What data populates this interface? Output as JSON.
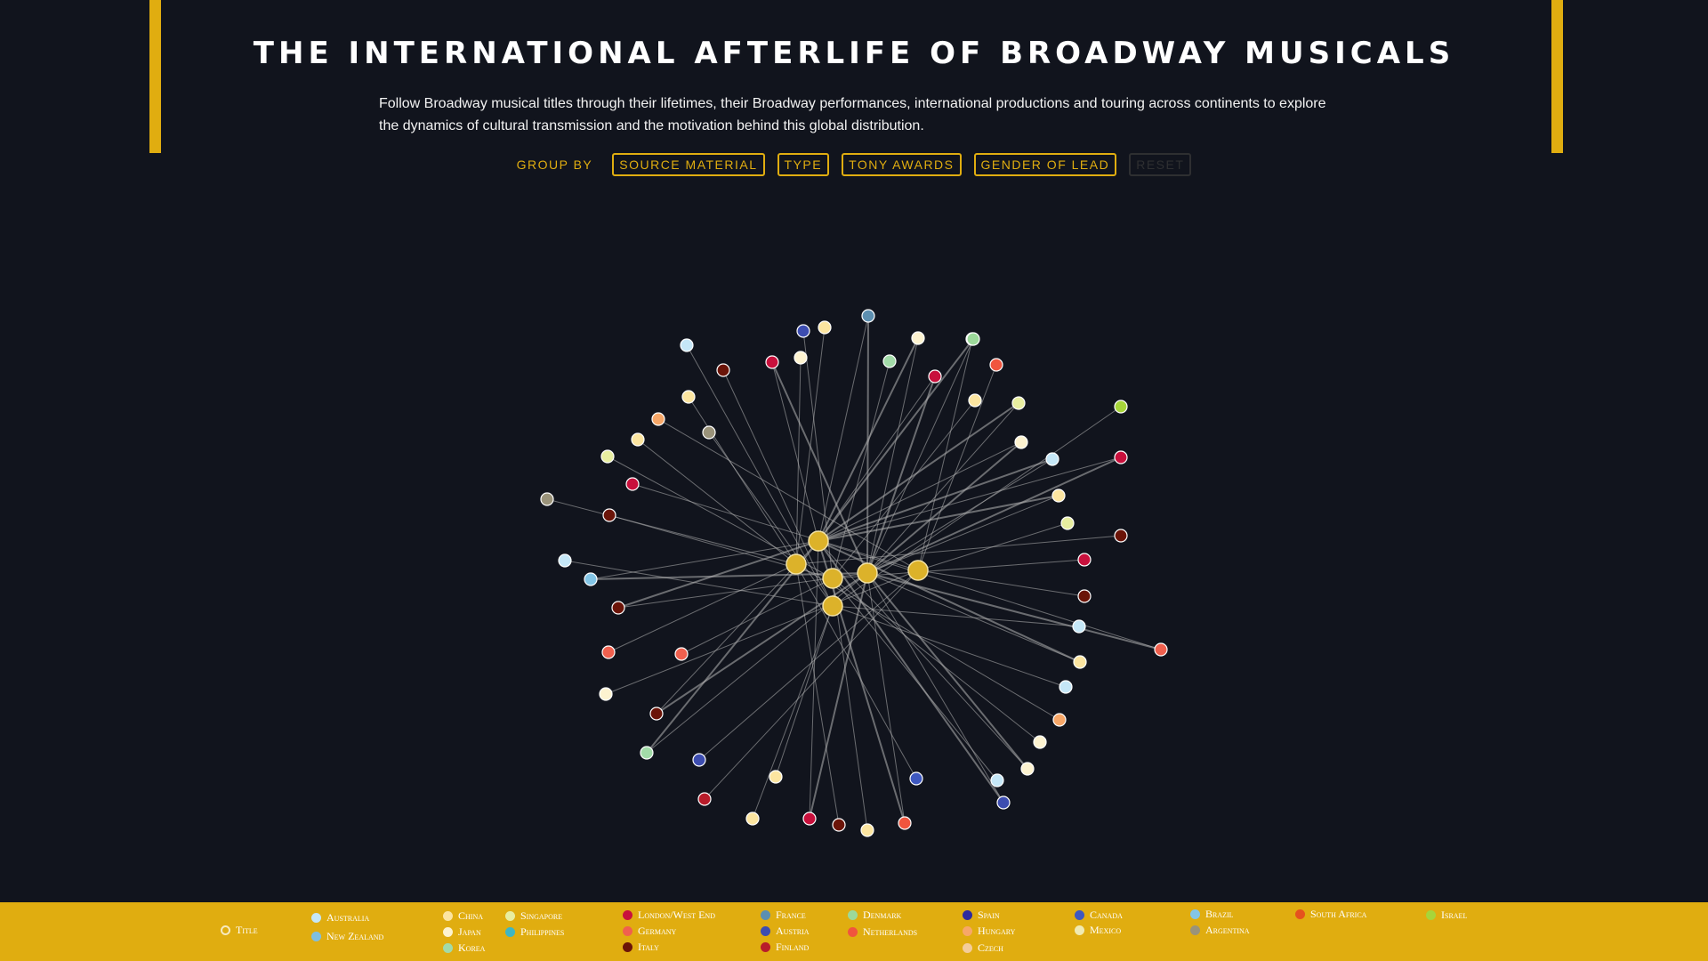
{
  "header": {
    "title": "THE INTERNATIONAL AFTERLIFE OF BROADWAY MUSICALS",
    "subtitle": "Follow Broadway musical titles through their lifetimes, their Broadway performances, international productions and touring across continents to explore the dynamics of cultural transmission and the motivation behind this global distribution."
  },
  "controls": {
    "group_by_label": "GROUP BY",
    "buttons": [
      "SOURCE MATERIAL",
      "TYPE",
      "TONY AWARDS",
      "GENDER OF LEAD"
    ],
    "reset_label": "RESET"
  },
  "colors": {
    "accent": "#e0ad10",
    "background": "#11141d",
    "link": "#b5b5b5",
    "title_node": "#dcb22a"
  },
  "legend": {
    "items": [
      {
        "label": "Title",
        "color": "#e0ad10",
        "outline": true
      },
      {
        "label": "Australia",
        "color": "#c5e7f7"
      },
      {
        "label": "New Zealand",
        "color": "#7fbfe0"
      },
      {
        "label": "China",
        "color": "#fce5a0"
      },
      {
        "label": "Japan",
        "color": "#fdf3d0"
      },
      {
        "label": "Korea",
        "color": "#a2dba8"
      },
      {
        "label": "Singapore",
        "color": "#e8eea0"
      },
      {
        "label": "Philippines",
        "color": "#3fb6c3"
      },
      {
        "label": "London/West End",
        "color": "#c8103c"
      },
      {
        "label": "Germany",
        "color": "#f0604e"
      },
      {
        "label": "Italy",
        "color": "#6b1408"
      },
      {
        "label": "France",
        "color": "#5c8fb0"
      },
      {
        "label": "Austria",
        "color": "#3d4db0"
      },
      {
        "label": "Finland",
        "color": "#b81c2a"
      },
      {
        "label": "Denmark",
        "color": "#9cd99a"
      },
      {
        "label": "Netherlands",
        "color": "#f0553e"
      },
      {
        "label": "Spain",
        "color": "#2e2a9e"
      },
      {
        "label": "Hungary",
        "color": "#f7a768"
      },
      {
        "label": "Czech",
        "color": "#f4cd9a"
      },
      {
        "label": "Canada",
        "color": "#3e58c0"
      },
      {
        "label": "Mexico",
        "color": "#f0eab2"
      },
      {
        "label": "Brazil",
        "color": "#83c5e6"
      },
      {
        "label": "Argentina",
        "color": "#9a937a"
      },
      {
        "label": "South Africa",
        "color": "#e5521e"
      },
      {
        "label": "Israel",
        "color": "#a7d53a"
      }
    ]
  }
}
